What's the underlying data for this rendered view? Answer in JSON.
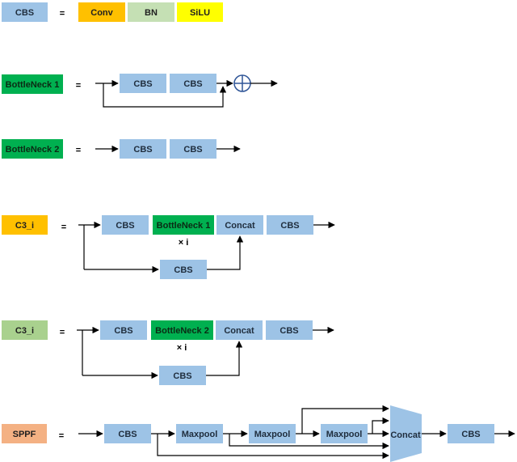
{
  "cbs_def": {
    "lhs": "CBS",
    "eq": "=",
    "conv": "Conv",
    "bn": "BN",
    "silu": "SiLU"
  },
  "bottleneck1": {
    "lhs": "BottleNeck 1",
    "eq": "=",
    "cbs_a": "CBS",
    "cbs_b": "CBS"
  },
  "bottleneck2": {
    "lhs": "BottleNeck 2",
    "eq": "=",
    "cbs_a": "CBS",
    "cbs_b": "CBS"
  },
  "c3_a": {
    "lhs": "C3_i",
    "eq": "=",
    "cbs_in": "CBS",
    "bottleneck": "BottleNeck 1",
    "repeat": "× i",
    "concat": "Concat",
    "cbs_out": "CBS",
    "cbs_skip": "CBS"
  },
  "c3_b": {
    "lhs": "C3_i",
    "eq": "=",
    "cbs_in": "CBS",
    "bottleneck": "BottleNeck 2",
    "repeat": "× i",
    "concat": "Concat",
    "cbs_out": "CBS",
    "cbs_skip": "CBS"
  },
  "sppf": {
    "lhs": "SPPF",
    "eq": "=",
    "cbs_in": "CBS",
    "maxpool_1": "Maxpool",
    "maxpool_2": "Maxpool",
    "maxpool_3": "Maxpool",
    "concat": "Concat",
    "cbs_out": "CBS"
  },
  "colors": {
    "cbs": "#9dc3e6",
    "conv": "#ffc000",
    "bn": "#c5e0b4",
    "silu": "#ffff00",
    "green_dark": "#00b050",
    "c3_gold": "#ffc000",
    "c3_green": "#a9d18e",
    "sppf": "#f4b183",
    "concat_shape": "#9dc3e6",
    "line": "#000000",
    "plus_circle": "#2f5597"
  }
}
